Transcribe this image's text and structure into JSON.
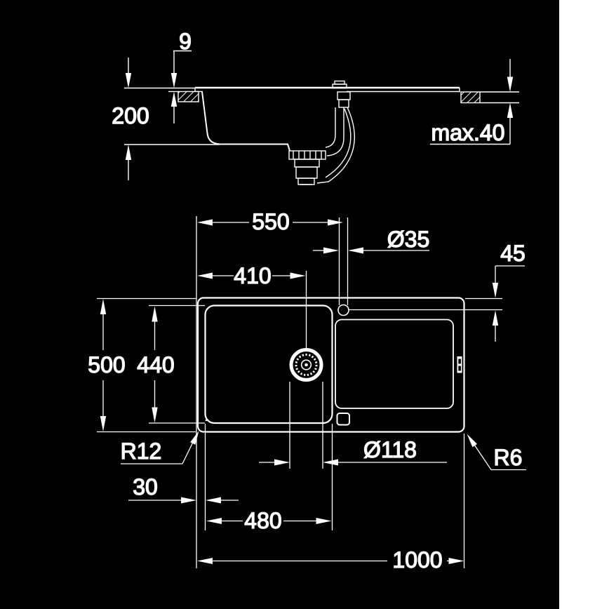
{
  "colors": {
    "background": "#000000",
    "line": "#ffffff",
    "page_margin": "#ffffff"
  },
  "side_view": {
    "rim_height": "9",
    "bowl_depth": "200",
    "counter_thickness": "max.40"
  },
  "plan_view": {
    "faucet_offset": "550",
    "faucet_hole_diameter": "Ø35",
    "faucet_setback": "45",
    "drain_offset": "410",
    "overall_depth": "500",
    "bowl_depth": "440",
    "corner_radius_left": "R12",
    "edge_gap": "30",
    "bowl_length": "480",
    "drain_diameter": "Ø118",
    "overall_length": "1000",
    "corner_radius_right": "R6"
  }
}
